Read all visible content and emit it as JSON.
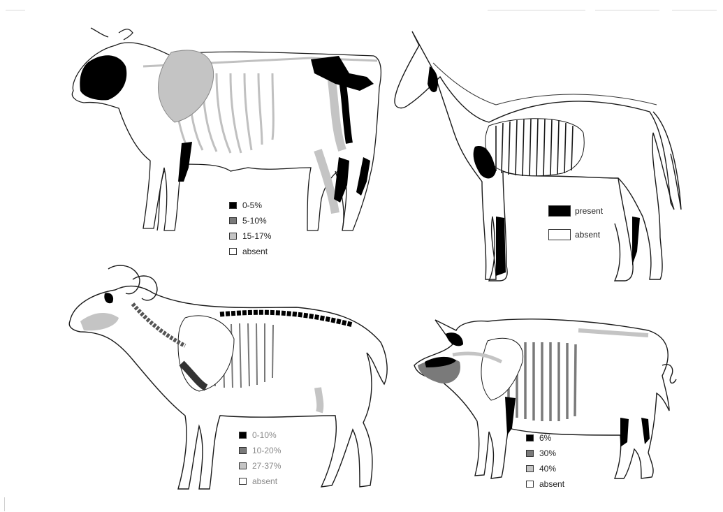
{
  "colors": {
    "black": "#000000",
    "dark_grey": "#808080",
    "light_grey": "#c4c4c4",
    "absent": "#ffffff",
    "outline": "#1a1a1a"
  },
  "panels": {
    "cow": {
      "animal": "cow",
      "legend": [
        {
          "label": "0-5%",
          "fill": "#000000"
        },
        {
          "label": "5-10%",
          "fill": "#7a7a7a"
        },
        {
          "label": "15-17%",
          "fill": "#c4c4c4"
        },
        {
          "label": "absent",
          "fill": "#ffffff"
        }
      ]
    },
    "horse": {
      "animal": "horse",
      "legend": [
        {
          "label": "present",
          "fill": "#000000"
        },
        {
          "label": "absent",
          "fill": "#ffffff"
        }
      ]
    },
    "sheep": {
      "animal": "sheep",
      "legend": [
        {
          "label": "0-10%",
          "fill": "#000000"
        },
        {
          "label": "10-20%",
          "fill": "#7a7a7a"
        },
        {
          "label": "27-37%",
          "fill": "#c4c4c4"
        },
        {
          "label": "absent",
          "fill": "#ffffff"
        }
      ]
    },
    "pig": {
      "animal": "pig",
      "legend": [
        {
          "label": "6%",
          "fill": "#000000"
        },
        {
          "label": "30%",
          "fill": "#7a7a7a"
        },
        {
          "label": "40%",
          "fill": "#c4c4c4"
        },
        {
          "label": "absent",
          "fill": "#ffffff"
        }
      ]
    }
  }
}
